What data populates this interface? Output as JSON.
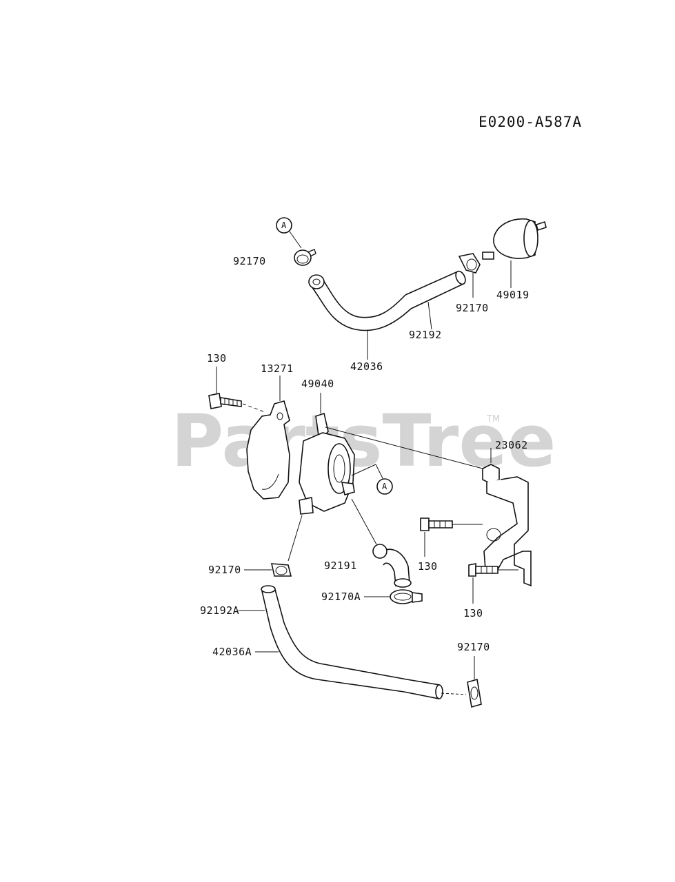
{
  "diagram_code": "E0200-A587A",
  "watermark": {
    "text": "PartsTree",
    "trademark": "TM"
  },
  "callouts": {
    "a_top": "A",
    "a_filter": "A"
  },
  "labels": {
    "clamp_92170_top_left": "92170",
    "clamp_92170_top_right": "92170",
    "fuel_filter_49019": "49019",
    "hose_92192": "92192",
    "hose_42036": "42036",
    "bolt_130_upper": "130",
    "bracket_13271": "13271",
    "fuel_pump_49040": "49040",
    "bracket_23062": "23062",
    "bolt_130_right": "130",
    "bolt_130_lower": "130",
    "clamp_92170_mid": "92170",
    "hose_92191": "92191",
    "clamp_92170A": "92170A",
    "hose_92192A": "92192A",
    "hose_42036A": "42036A",
    "clamp_92170_bottom": "92170"
  }
}
